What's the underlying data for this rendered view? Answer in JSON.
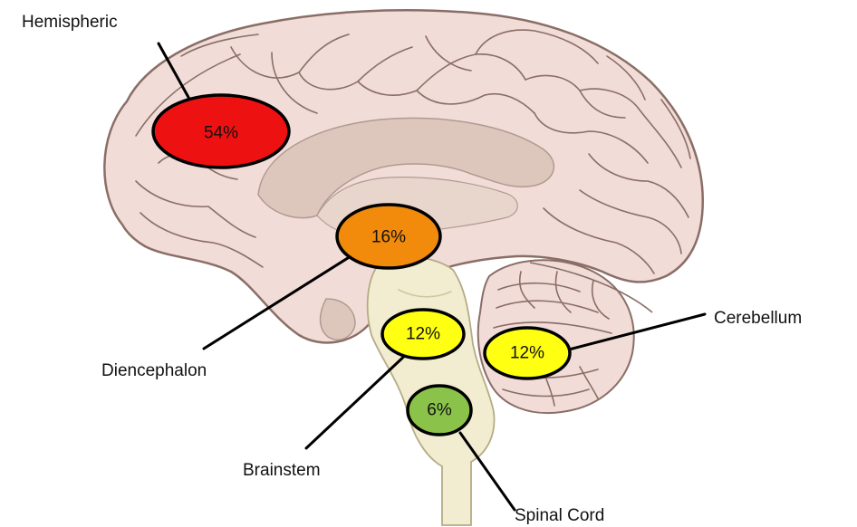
{
  "regions": [
    {
      "name": "Hemispheric",
      "value": "54%",
      "color": "#ee1111"
    },
    {
      "name": "Diencephalon",
      "value": "16%",
      "color": "#f28a0c"
    },
    {
      "name": "Brainstem",
      "value": "12%",
      "color": "#ffff11"
    },
    {
      "name": "Cerebellum",
      "value": "12%",
      "color": "#ffff11"
    },
    {
      "name": "Spinal Cord",
      "value": "6%",
      "color": "#8bc34a"
    }
  ],
  "colors": {
    "cortex": "#f2dcd8",
    "cortex_outline": "#8a6e66",
    "inner_structure": "#ddc6bc",
    "brainstem": "#f2ecd0"
  }
}
